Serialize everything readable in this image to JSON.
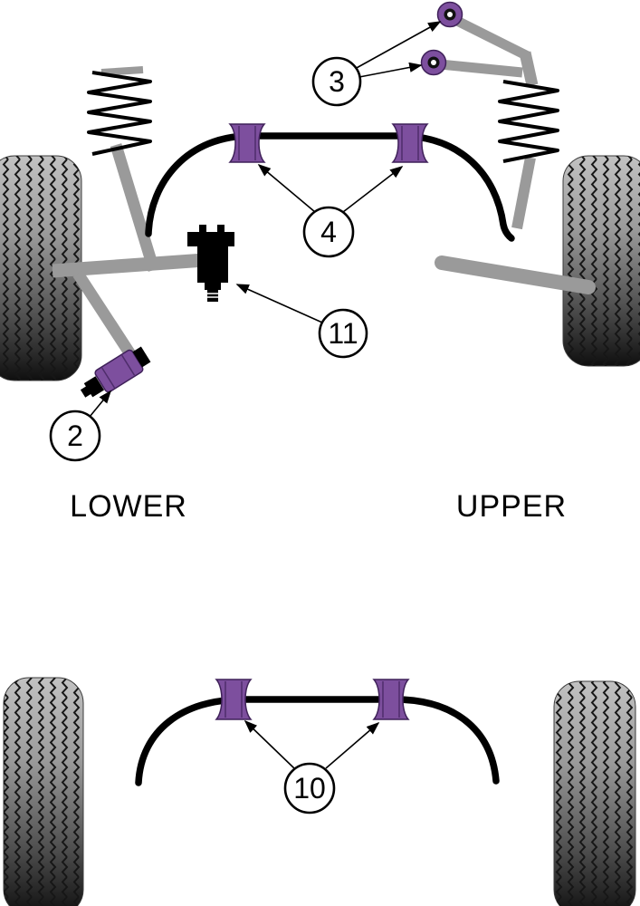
{
  "diagram": {
    "labels": {
      "lower": "LOWER",
      "upper": "UPPER"
    },
    "callouts": {
      "c2": {
        "label": "2"
      },
      "c3": {
        "label": "3"
      },
      "c4": {
        "label": "4"
      },
      "c10": {
        "label": "10"
      },
      "c11": {
        "label": "11"
      }
    },
    "colors": {
      "purple": "#7d4f9e",
      "purple_outline": "#3f2159",
      "gray": "#9a9a9a",
      "black": "#000000",
      "tire_light": "#bdbdbd",
      "tire_dark": "#0f0f0f",
      "background": "#ffffff"
    }
  }
}
